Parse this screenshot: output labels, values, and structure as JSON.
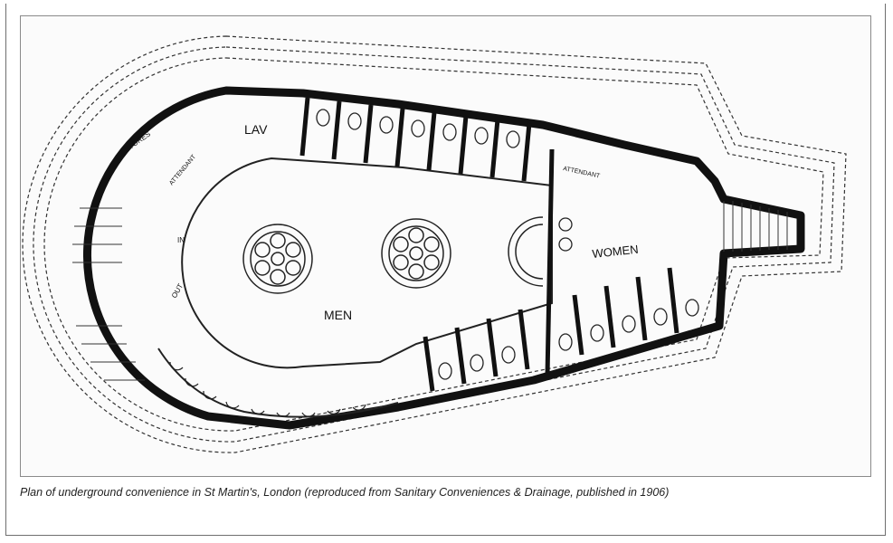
{
  "plan": {
    "labels": {
      "men": "MEN",
      "women": "WOMEN",
      "lav": "LAV",
      "stores": "STORES",
      "attendant_left": "ATTENDANT",
      "attendant_right": "ATTENDANT",
      "in": "IN",
      "out": "OUT"
    }
  },
  "caption": "Plan of underground convenience in St Martin's, London (reproduced from Sanitary Conveniences & Drainage, published in 1906)"
}
